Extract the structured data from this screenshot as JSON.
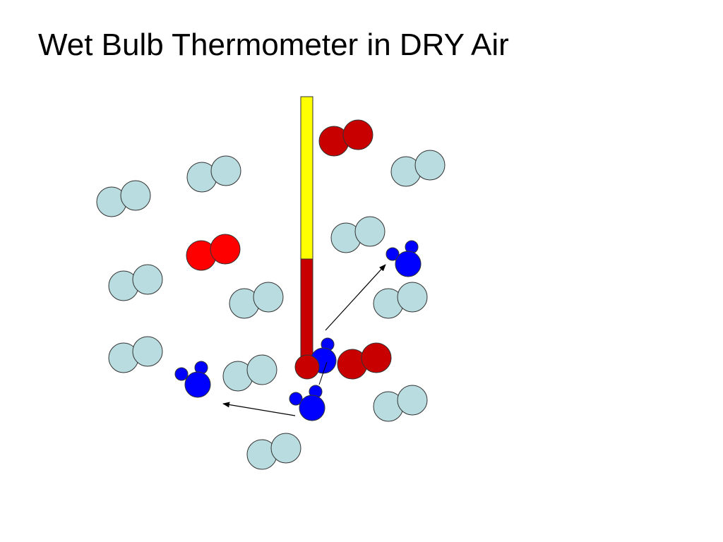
{
  "slide": {
    "title": "Wet Bulb Thermometer in DRY Air"
  },
  "colors": {
    "dry_air_molecule": "#b8dcdf",
    "warm_molecule": "#ff0000",
    "hot_molecule": "#c80000",
    "water_vapor_molecule": "#0000ff",
    "thermometer_upper": "#ffff00",
    "thermometer_lower": "#c80000",
    "outline": "#333333",
    "arrow": "#000000"
  },
  "legend_semantics": {
    "light_blue_pairs": "dry-air-molecule",
    "red_pairs": "warm-air-molecule",
    "blue_triples": "water-vapor-molecule"
  }
}
